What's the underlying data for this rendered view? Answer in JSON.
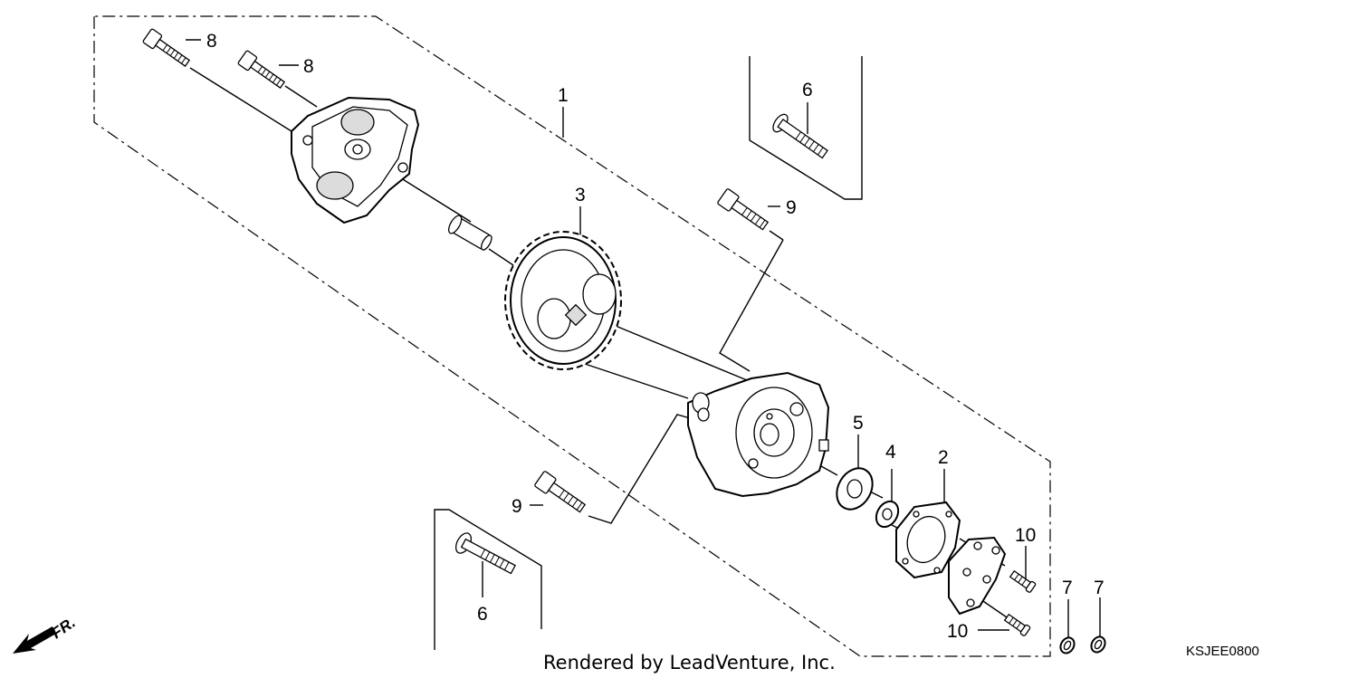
{
  "diagram": {
    "callouts": {
      "c1": "1",
      "c2": "2",
      "c3": "3",
      "c4": "4",
      "c5": "5",
      "c6a": "6",
      "c6b": "6",
      "c7a": "7",
      "c7b": "7",
      "c8a": "8",
      "c8b": "8",
      "c9a": "9",
      "c9b": "9",
      "c10a": "10",
      "c10b": "10"
    },
    "front_marker": "FR.",
    "credit": "Rendered by LeadVenture, Inc.",
    "diagram_code": "KSJEE0800"
  }
}
